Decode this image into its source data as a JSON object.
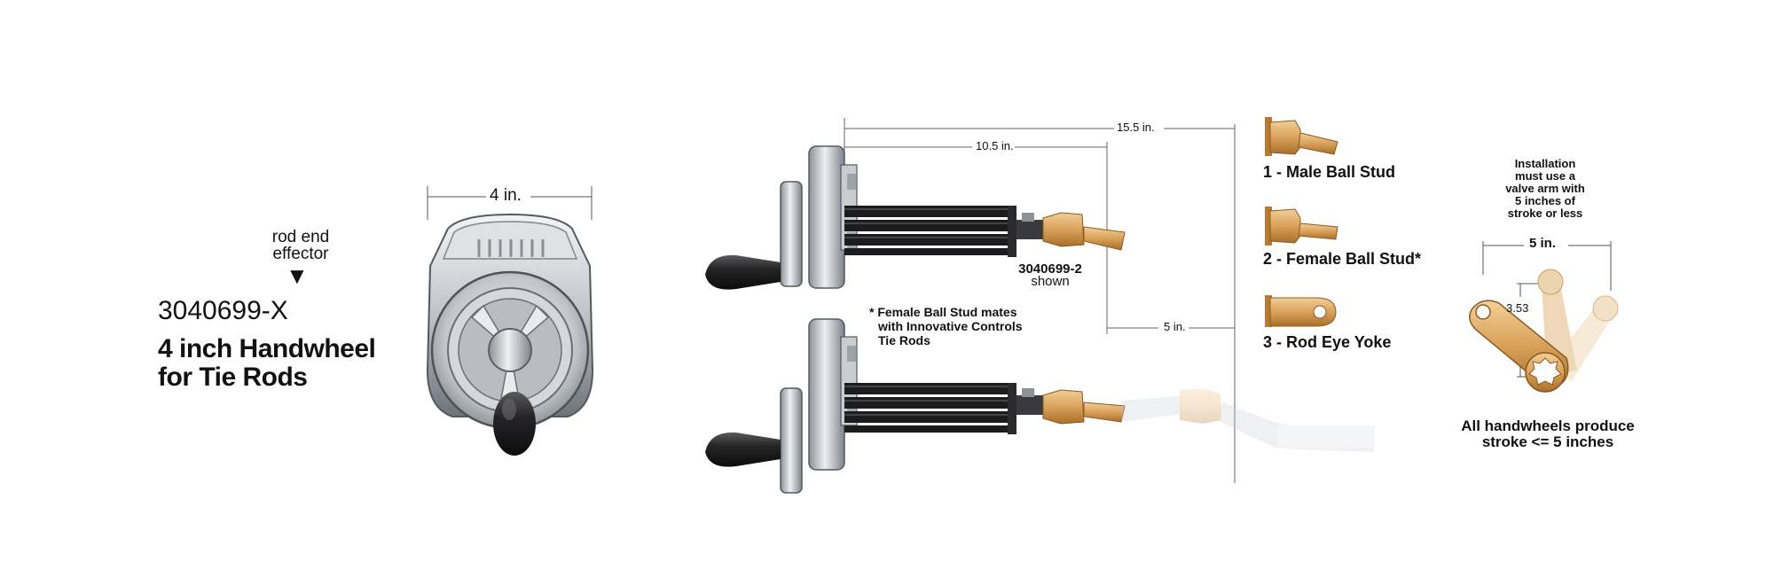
{
  "left_block": {
    "effector_line1": "rod end",
    "effector_line2": "effector",
    "part_number": "3040699-X",
    "title_line1": "4 inch Handwheel",
    "title_line2": "for Tie Rods"
  },
  "front_view": {
    "width_dim": "4 in."
  },
  "side_view": {
    "dim_15_5": "15.5 in.",
    "dim_10_5": "10.5 in.",
    "dim_5": "5 in.",
    "shown_part": "3040699-2",
    "shown_label": "shown",
    "note_line1": "* Female Ball Stud mates",
    "note_line2": "with Innovative Controls",
    "note_line3": "Tie Rods"
  },
  "effectors": [
    {
      "label": "1 - Male Ball Stud"
    },
    {
      "label": "2 - Female Ball Stud*"
    },
    {
      "label": "3 - Rod Eye Yoke"
    }
  ],
  "valve_arm": {
    "install_line1": "Installation",
    "install_line2": "must use a",
    "install_line3": "valve arm with",
    "install_line4": "5 inches of",
    "install_line5": "stroke or less",
    "dim_width": "5 in.",
    "dim_height": "3.53",
    "footer_line1": "All handwheels produce",
    "footer_line2": "stroke <= 5 inches"
  },
  "colors": {
    "brass": "#d9a15a",
    "brass_dark": "#a86f2a",
    "steel": "#bfc3c8",
    "steel_dark": "#6e737a",
    "rod": "#1c1c1e",
    "knob": "#222222"
  }
}
